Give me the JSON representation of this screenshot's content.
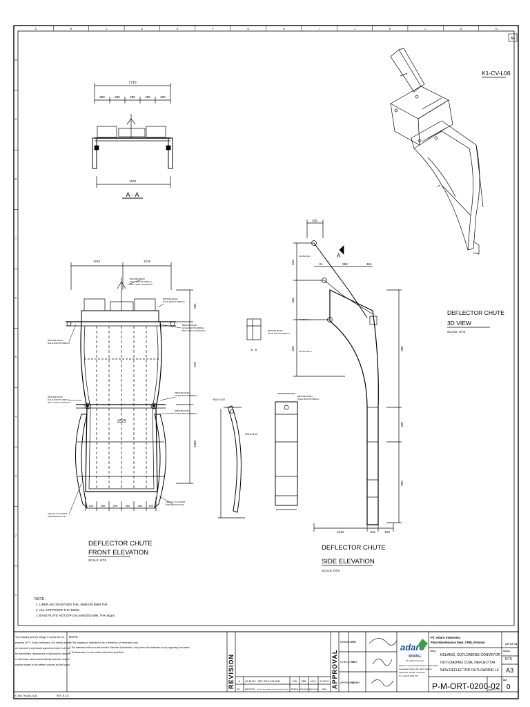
{
  "grid": {
    "columns": [
      "A",
      "B",
      "C",
      "D",
      "E",
      "F",
      "G",
      "H",
      "I",
      "J",
      "K",
      "L",
      "M",
      "N"
    ],
    "rows": [
      "10",
      "9",
      "8",
      "7",
      "6",
      "5",
      "4",
      "3",
      "2",
      "1"
    ]
  },
  "sheet_size_top": "A3",
  "views": {
    "aa": {
      "title": "A - A",
      "total_width": "1710",
      "dims": [
        "290",
        "285",
        "285",
        "285",
        "290"
      ],
      "bottom_width": "1670"
    },
    "front": {
      "title_line1": "DEFLECTOR CHUTE",
      "title_line2": "FRONT ELEVATION",
      "scale": "SCALE: NTS",
      "top_dims": [
        "1215",
        "1215"
      ],
      "bottom_dims": [
        "100",
        "265",
        "290",
        "280",
        "265",
        "100"
      ],
      "width_label": "1525",
      "height_dims": [
        "531",
        "976",
        "1000"
      ],
      "callouts": {
        "c1": [
          "BRONZE BUSH",
          "HOLE Ø40 PIN Ø38mm",
          "REF. HOLE HYDRAULIC"
        ],
        "c2": [
          "BRONZE BUSH",
          "HOLE Ø40 PIN Ø38mm"
        ],
        "c3": [
          "BRONZE BUSH",
          "HOLE Ø40 PIN Ø38mm",
          "REF. HOLE HYDRAULIC"
        ],
        "c4": [
          "BRONZE BUSH",
          "HOLE Ø40 PIN Ø38mm"
        ],
        "c5": [
          "BRONZE BUSH",
          "HOLE Ø40 PIN Ø38mm",
          "REF. HOLE HYDRAULIC"
        ],
        "c6": [
          "BRONZE BUSH",
          "HOLE Ø40 PIN Ø38mm"
        ],
        "c7": [
          "BRONZE BUSH",
          "HOLE Ø40 PIN Ø38mm"
        ],
        "c8": [
          "BRONZE BUSH",
          "HOLE Ø40 PIN Ø38mm"
        ],
        "c9": [
          "ARCOLLOY GR1600",
          "SIDE DEFLECTOR"
        ],
        "c10": [
          "ARCOLLOY GR1600",
          "SIDE DEFLECTOR"
        ],
        "c11": [
          "ARCOLLOY GR1600",
          "SIDE DEFLECTOR"
        ]
      }
    },
    "side": {
      "title_line1": "DEFLECTOR CHUTE",
      "title_line2": "SIDE ELEVATION",
      "scale": "SCALE: NTS",
      "dims_top": [
        "225",
        "91",
        "952",
        "151"
      ],
      "dims_vertical": [
        "640",
        "458",
        "435",
        "985",
        "400",
        "500"
      ],
      "dims_bottom": [
        "1013",
        "312",
        "120"
      ],
      "plates": [
        "PLATE 8mm",
        "PLATE 8mm",
        "PLATE 20mm"
      ],
      "callouts": {
        "c1": [
          "BRONZE BUSH",
          "HOLE Ø40 PIN Ø38mm"
        ],
        "c2": [
          "BRONZE BUSH",
          "HOLE Ø40 PIN Ø38mm"
        ]
      },
      "section_mark": "A"
    },
    "detail": {
      "label": "B - B",
      "hole": "HOLE Ø 40",
      "hole2": "HOLE Ø 40"
    },
    "view3d": {
      "tag": "K1-CV-L06",
      "title_line1": "DEFLECTOR CHUTE",
      "title_line2": "3D VIEW",
      "scale": "SCALE: NTS"
    }
  },
  "notes": {
    "heading": "NOTE :",
    "items": [
      "1.    LINER ARCOGRV1600 THK. 6MM ON 8MM THK",
      "2.    ALL STIFFENER THK 10MM",
      "3.    BASE PLATE HOT DIP GALVANIZED MIN. THK 80µm"
    ]
  },
  "title_block": {
    "disclaimer": [
      "This drawing and the design it covers are the",
      "property of PT. Adaro Indonesia. It is merely loaned",
      "on borrower's expressed agreement that it will not",
      "be transmitted, reproduced or disclosed to anyone",
      "or otherwise used except directly and then only in",
      "manner stated in the written consent by the Adaro."
    ],
    "note_heading": "NOTE :",
    "note_items": [
      "1. This drawing is intended to be a reference of dimension only",
      "2. The materials shall be no less than the \"Minimum Specification\" and proven with certificates or any supporting documents",
      "3. All dimension in mm unless otherwise specified"
    ],
    "revision_label": "REVISION",
    "approval_label": "APPROVAL",
    "rev_row": {
      "no": "0",
      "desc": "AS BUILT - REF. DES-L06-0034",
      "drafting": "GW",
      "checked": "SBB",
      "approved": "MHY",
      "date": "22-03-21"
    },
    "rev_head": [
      "NO.",
      "REVISION",
      "Title / Info Detail Diagram Drawing Tag Deflector Chute",
      "Drafting",
      "Checked",
      "Approved",
      "Date"
    ],
    "drawn_by": "DRAWN BY",
    "drawn_name": "GW",
    "check_by": "CHECK BY",
    "check_name": "SBB",
    "approved_by": "APPROVED BY",
    "approved_name": "MHY",
    "company": "PT. Adaro Indonesia",
    "department": "Plant Maintenance Dept. CPBL-Division",
    "logo_text": "adaro",
    "logo_sub": "MINING",
    "logo_sub2": "PT. Adaro Indonesia",
    "address": [
      "Kelanis Terminal, Dusun Kelanis, Pulau Datar,",
      "Kecamatan Dusun Hilir, Barito Selatan",
      "Kalimantan Tengah, Indonesia",
      "Tel: +62 526 2092 073"
    ],
    "title_label": "TITLE",
    "title_lines": [
      "KELANIS, OUTLOADING CONVEYOR",
      "OUTLOADING COAL DEFLECTOR",
      "NEW DEFLECTOR OUTLOADING L6"
    ],
    "date": "22-03-21",
    "scale_label": "SCALE",
    "scale_value": "NTS",
    "size_value": "A3",
    "drawing_no": "P-M-ORT-0200-02",
    "sheet": "SHEET 1 of 1",
    "rev_label": "REV",
    "rev_value": "0",
    "form_no": "F-AMI TN/AA/L 8-44",
    "form_rev": "REV. B 1/3"
  }
}
